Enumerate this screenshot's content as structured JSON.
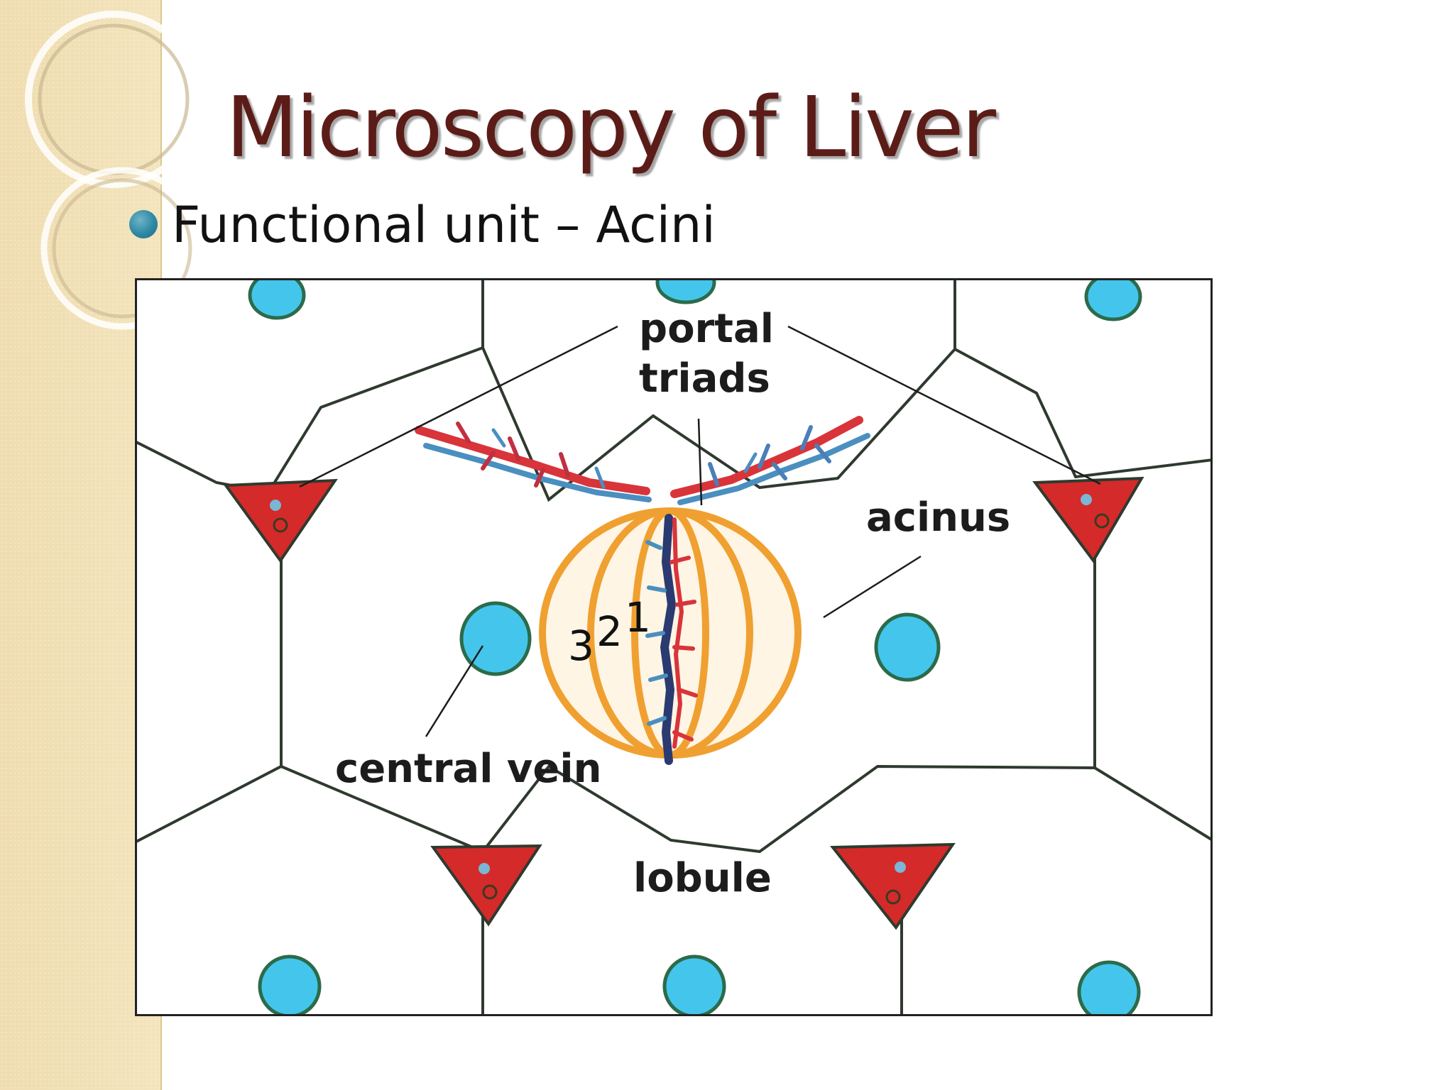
{
  "slide": {
    "title": "Microscopy of Liver",
    "bullet": "Functional unit – Acini"
  },
  "figure": {
    "labels": {
      "portal_line1": "portal",
      "portal_line2": "triads",
      "acinus": "acinus",
      "central_vein": "central vein",
      "lobule": "lobule"
    },
    "zones": [
      "3",
      "2",
      "1"
    ]
  },
  "colors": {
    "title": "#5b1c17",
    "bullet": "#2d88a4",
    "sidebar": "#f0dfb3",
    "vein_fill": "#44c6ec",
    "triad_fill": "#d42a2a",
    "acinus_ring": "#f0a030"
  }
}
